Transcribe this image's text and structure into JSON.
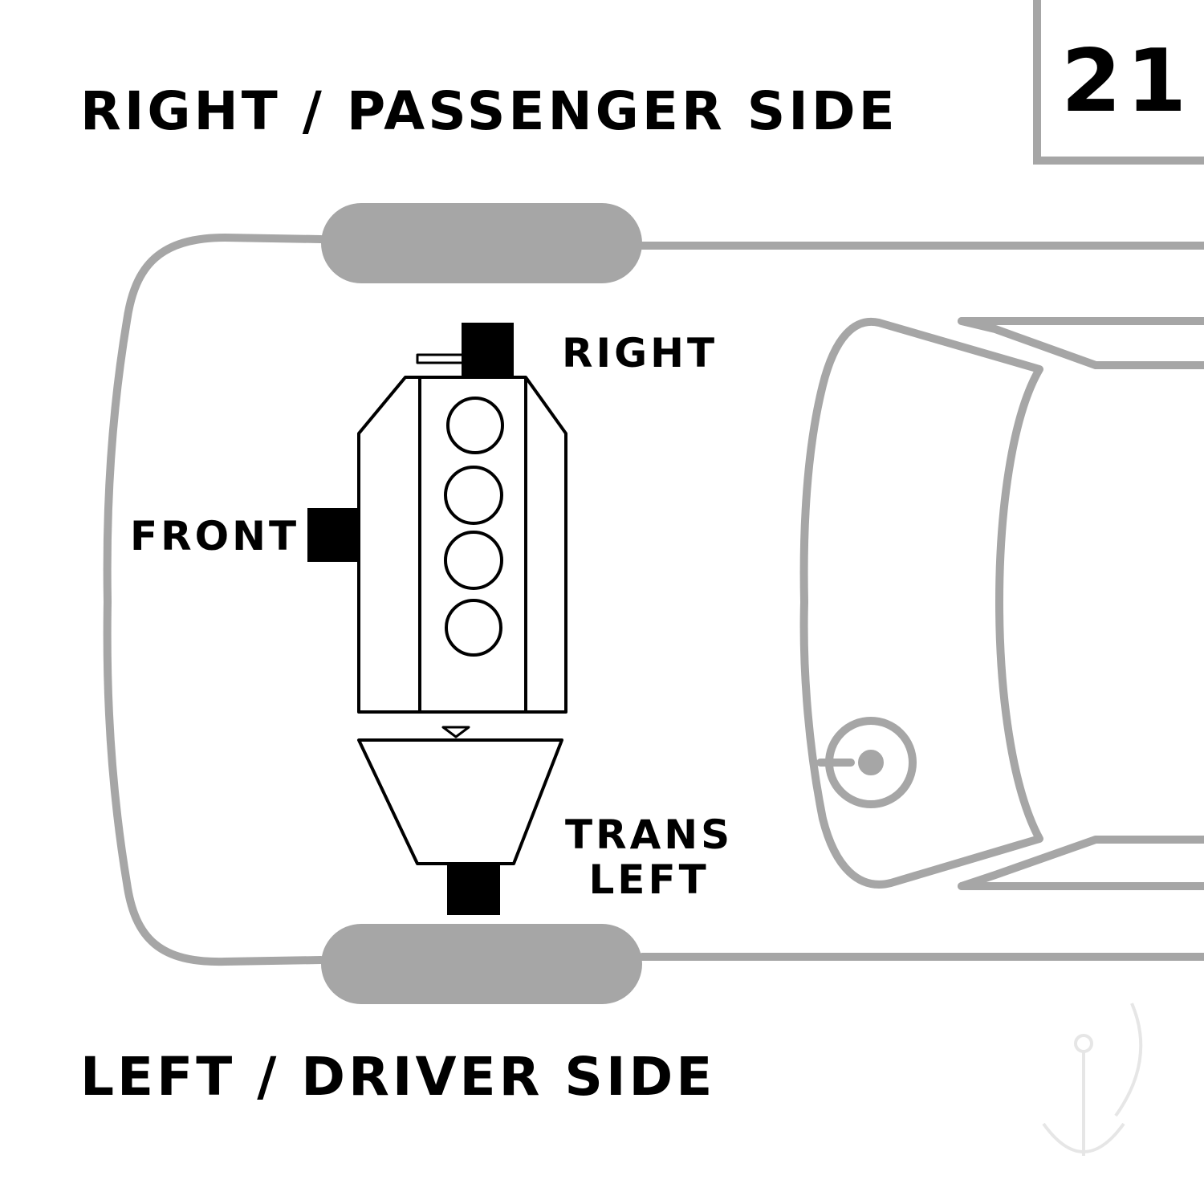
{
  "labels": {
    "passenger_side": "RIGHT / PASSENGER SIDE",
    "driver_side": "LEFT / DRIVER SIDE",
    "mount_right": "RIGHT",
    "mount_front": "FRONT",
    "mount_trans_line1": "TRANS",
    "mount_trans_line2": "LEFT"
  },
  "diagram_number": "21",
  "colors": {
    "vehicle_outline": "#a6a6a6",
    "engine_line": "#000000",
    "mount_fill": "#000000",
    "watermark": "#e6e6e6"
  },
  "icons": {
    "watermark": "anchor-logo-watermark"
  }
}
